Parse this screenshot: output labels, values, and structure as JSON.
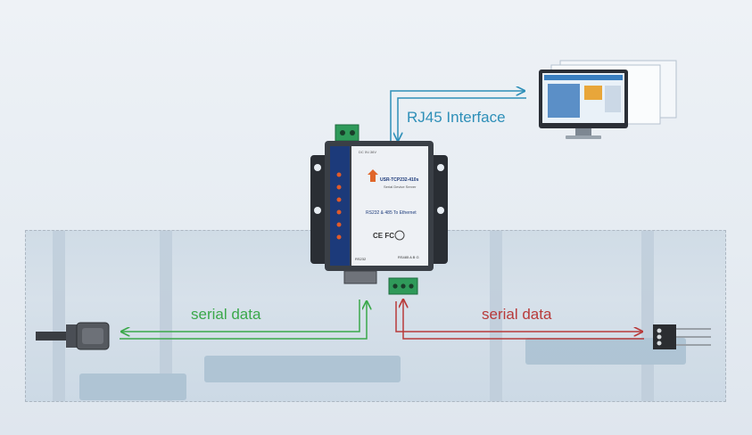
{
  "labels": {
    "rj45": "RJ45 Interface",
    "serial_left": "serial data",
    "serial_right": "serial data"
  },
  "device": {
    "model": "USR-TCP232-410s",
    "subtitle": "Serial Device Server",
    "desc": "RS232 & 485 To Ethernet",
    "marks": "CE FC",
    "power_label": "DC 5V-36V",
    "port_rs232": "RS232",
    "port_rs485": "RS485 A B G"
  },
  "colors": {
    "rj45": "#2e8fb8",
    "serial_left": "#3aa84a",
    "serial_right": "#b83a3a",
    "device_body": "#1c3a7a"
  },
  "icons": {
    "monitor": "monitor-icon",
    "db9": "db9-connector-icon",
    "terminal": "terminal-block-icon"
  }
}
